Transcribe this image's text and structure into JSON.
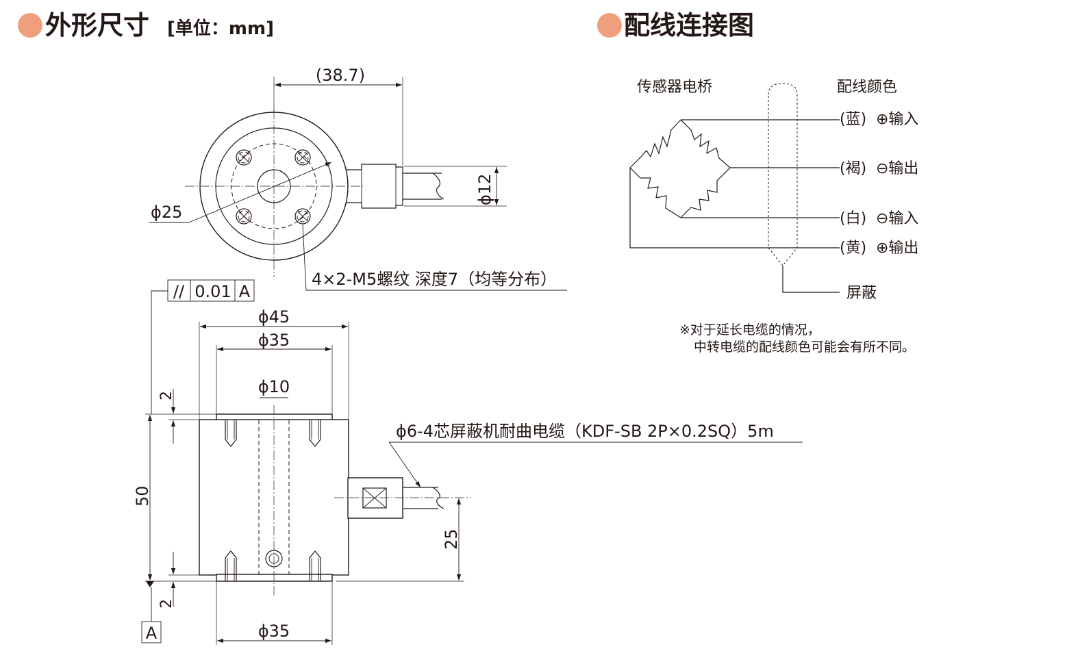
{
  "header_left": {
    "title": "外形尺寸",
    "unit": "[单位：mm]",
    "bullet_color": "#ef9f7d"
  },
  "header_right": {
    "title": "配线连接图",
    "bullet_color": "#ef9f7d"
  },
  "top_view": {
    "dim_width": "(38.7)",
    "dim_diameter": "ϕ25",
    "dim_cable": "ϕ12",
    "holes_note": "4×2-M5螺纹 深度7（均等分布）"
  },
  "side_view": {
    "tolerance_symbol": "//",
    "tolerance_value": "0.01",
    "tolerance_datum": "A",
    "dim_outer": "ϕ45",
    "dim_top_face": "ϕ35",
    "dim_bore": "ϕ10",
    "dim_top_step": "2",
    "dim_height": "50",
    "dim_bottom_step": "2",
    "dim_bottom_face": "ϕ35",
    "dim_cable_height": "25",
    "cable_note": "ϕ6-4芯屏蔽机耐曲电缆（KDF-SB 2P×0.2SQ）5m",
    "datum_label": "A"
  },
  "wiring": {
    "bridge_label": "传感器电桥",
    "color_header": "配线颜色",
    "wires": [
      {
        "color": "(蓝)",
        "signal": "⊕输入"
      },
      {
        "color": "(褐)",
        "signal": "⊖输出"
      },
      {
        "color": "(白)",
        "signal": "⊖输入"
      },
      {
        "color": "(黄)",
        "signal": "⊕输出"
      }
    ],
    "shield_label": "屏蔽",
    "note_line1": "※对于延长电缆的情况，",
    "note_line2": "中转电缆的配线颜色可能会有所不同。"
  }
}
